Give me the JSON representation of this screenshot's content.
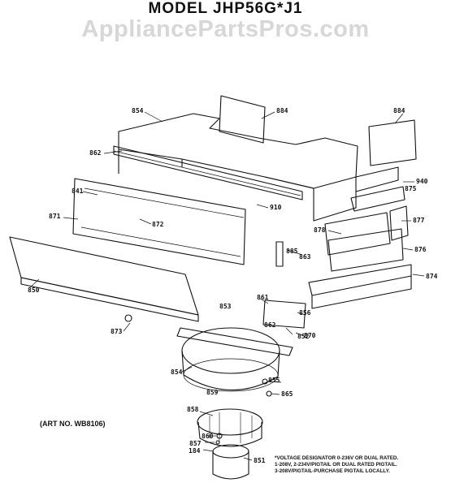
{
  "header": {
    "model_title": "MODEL JHP56G*J1",
    "watermark": "AppliancePartsPros.com"
  },
  "callouts": {
    "c854": "854",
    "c884a": "884",
    "c884b": "884",
    "c862": "862",
    "c940": "940",
    "c875": "875",
    "c841": "841",
    "c871": "871",
    "c872": "872",
    "c910": "910",
    "c877": "877",
    "c878": "878",
    "c876": "876",
    "c885": "885",
    "c863": "863",
    "c874": "874",
    "c850": "850",
    "c861": "861",
    "c853": "853",
    "c856": "856",
    "c862b": "862",
    "c852": "852",
    "c873": "873",
    "c870": "870",
    "c854b": "854",
    "c855": "855",
    "c859": "859",
    "c865": "865",
    "c858": "858",
    "c860": "860",
    "c857": "857",
    "c184": "184",
    "c851": "851"
  },
  "art_number": "(ART NO. WB8106)",
  "footnote": {
    "line1": "*VOLTAGE DESIGNATOR 0-236V OR DUAL RATED.",
    "line2": "1-208V, 2-234V/PIGTAIL OR DUAL RATED PIGTAIL.",
    "line3": "3-208V/PIGTAIL-PURCHASE PIGTAIL LOCALLY."
  }
}
